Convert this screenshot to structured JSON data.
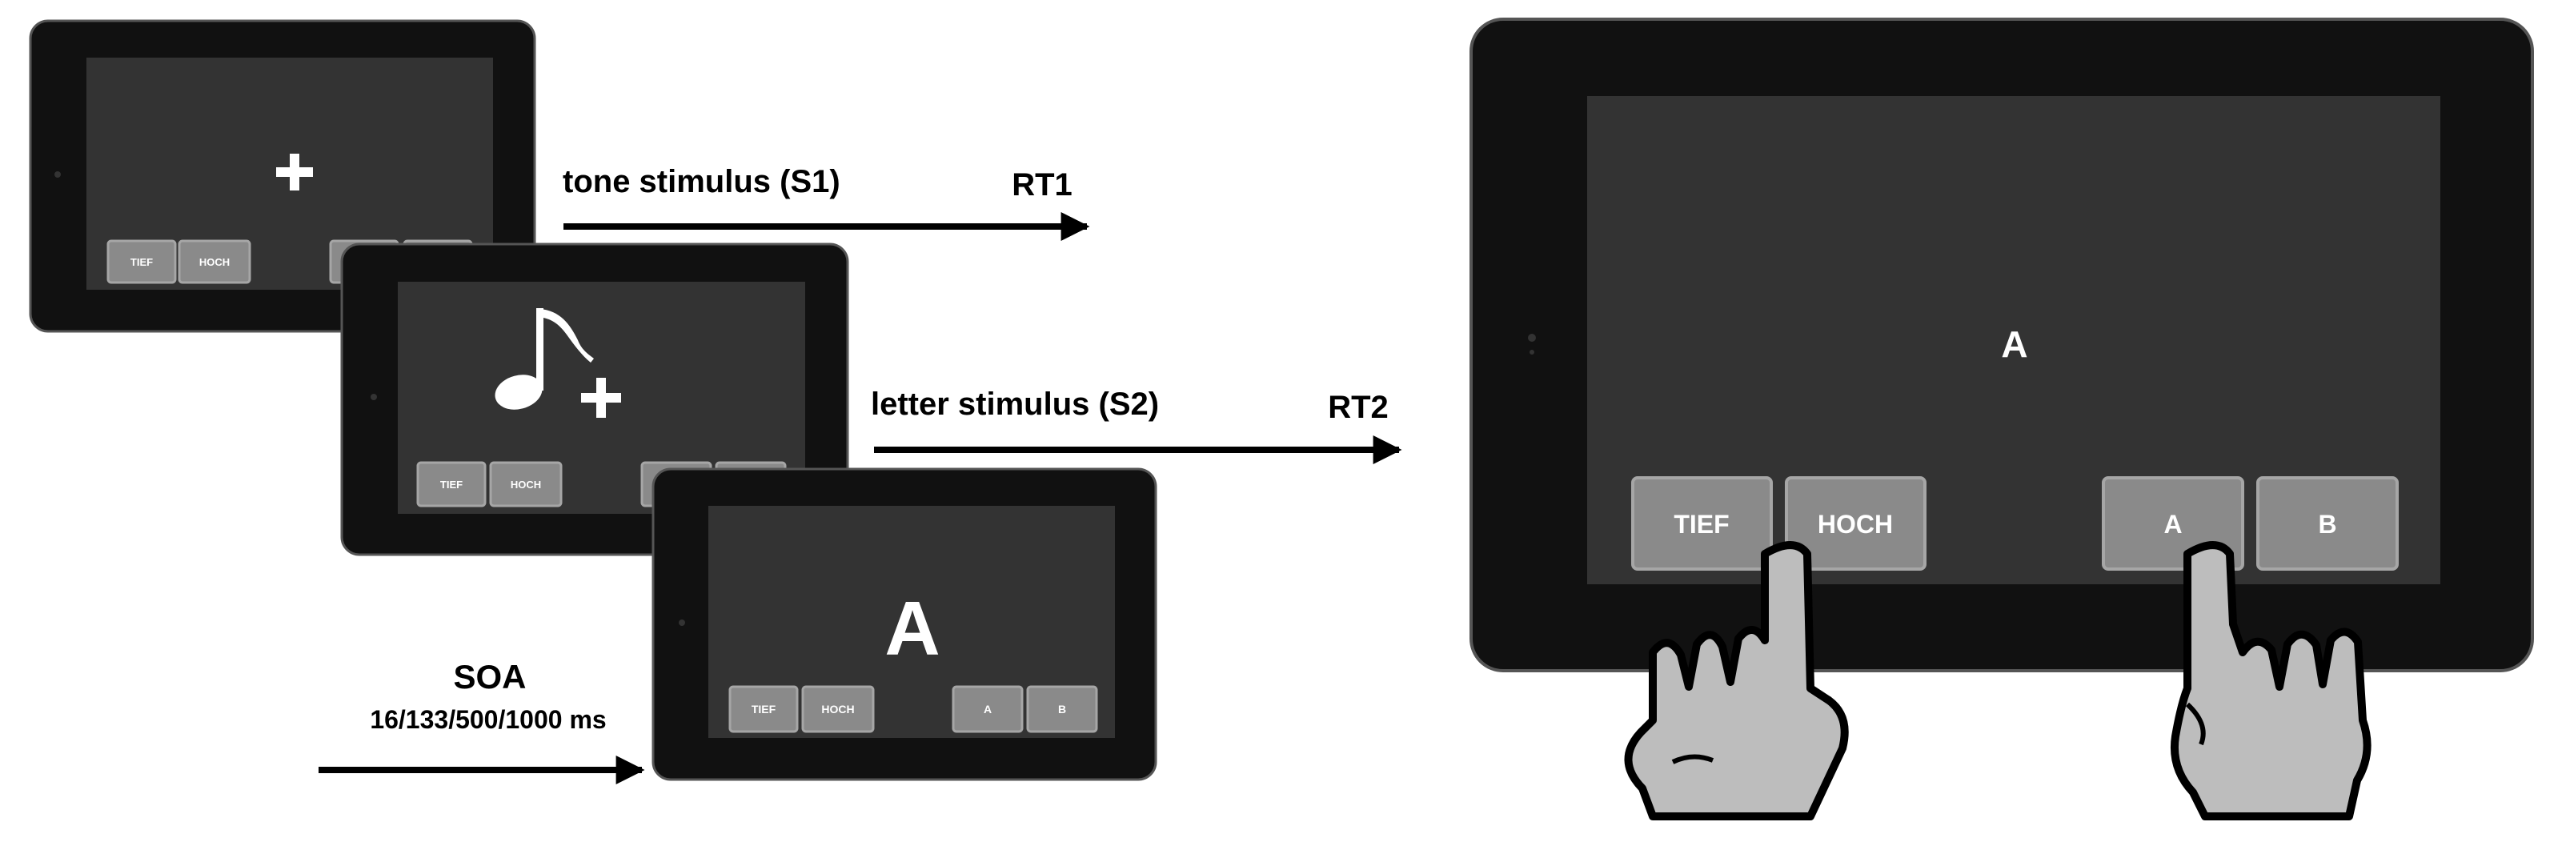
{
  "labels": {
    "tone_stimulus": "tone stimulus (S1)",
    "rt1": "RT1",
    "letter_stimulus": "letter stimulus (S2)",
    "rt2": "RT2",
    "soa": "SOA",
    "soa_values": "16/133/500/1000 ms"
  },
  "buttons": {
    "tief": "TIEF",
    "hoch": "HOCH",
    "a": "A",
    "b": "B"
  },
  "screens": {
    "letter_display": "A"
  },
  "icons": [
    "fixation-cross-icon",
    "music-note-icon",
    "hand-pointer-icon",
    "arrow-icon"
  ],
  "colors": {
    "tablet_frame": "#111111",
    "screen": "#333333",
    "button": "#8a8a8a",
    "button_border": "#a6a6a6",
    "hand": "#bdbdbd"
  }
}
